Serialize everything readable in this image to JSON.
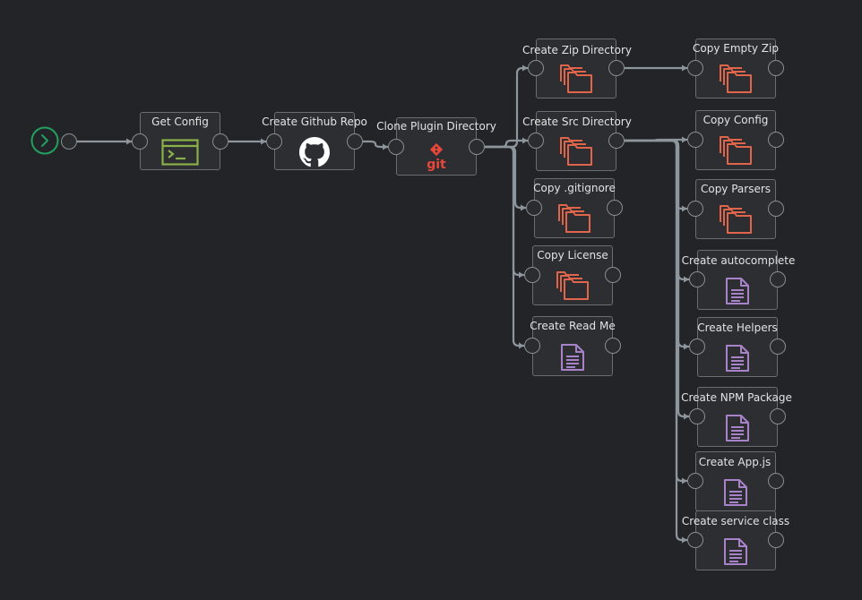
{
  "workflow": {
    "start": {
      "icon": "start-trigger-icon"
    },
    "nodes": [
      {
        "id": "get_config",
        "label": "Get Config",
        "icon": "terminal-icon"
      },
      {
        "id": "create_github_repo",
        "label": "Create Github Repo",
        "icon": "github-icon"
      },
      {
        "id": "clone_plugin_directory",
        "label": "Clone Plugin Directory",
        "icon": "git-icon"
      },
      {
        "id": "create_zip_directory",
        "label": "Create Zip Directory",
        "icon": "folders-icon"
      },
      {
        "id": "copy_empty_zip",
        "label": "Copy Empty Zip",
        "icon": "folders-icon"
      },
      {
        "id": "create_src_directory",
        "label": "Create Src Directory",
        "icon": "folders-icon"
      },
      {
        "id": "copy_gitignore",
        "label": "Copy .gitignore",
        "icon": "folders-icon"
      },
      {
        "id": "copy_license",
        "label": "Copy License",
        "icon": "folders-icon"
      },
      {
        "id": "create_read_me",
        "label": "Create Read Me",
        "icon": "document-icon"
      },
      {
        "id": "copy_config",
        "label": "Copy Config",
        "icon": "folders-icon"
      },
      {
        "id": "copy_parsers",
        "label": "Copy Parsers",
        "icon": "folders-icon"
      },
      {
        "id": "create_autocomplete",
        "label": "Create autocomplete",
        "icon": "document-icon"
      },
      {
        "id": "create_helpers",
        "label": "Create Helpers",
        "icon": "document-icon"
      },
      {
        "id": "create_npm_package",
        "label": "Create NPM Package",
        "icon": "document-icon"
      },
      {
        "id": "create_appjs",
        "label": "Create App.js",
        "icon": "document-icon"
      },
      {
        "id": "create_service_class",
        "label": "Create service class",
        "icon": "document-icon"
      }
    ],
    "edges": [
      [
        "start",
        "get_config"
      ],
      [
        "get_config",
        "create_github_repo"
      ],
      [
        "create_github_repo",
        "clone_plugin_directory"
      ],
      [
        "clone_plugin_directory",
        "create_zip_directory"
      ],
      [
        "clone_plugin_directory",
        "create_src_directory"
      ],
      [
        "clone_plugin_directory",
        "copy_gitignore"
      ],
      [
        "clone_plugin_directory",
        "copy_license"
      ],
      [
        "clone_plugin_directory",
        "create_read_me"
      ],
      [
        "create_zip_directory",
        "copy_empty_zip"
      ],
      [
        "create_src_directory",
        "copy_config"
      ],
      [
        "create_src_directory",
        "copy_parsers"
      ],
      [
        "create_src_directory",
        "create_autocomplete"
      ],
      [
        "create_src_directory",
        "create_helpers"
      ],
      [
        "create_src_directory",
        "create_npm_package"
      ],
      [
        "create_src_directory",
        "create_appjs"
      ],
      [
        "create_src_directory",
        "create_service_class"
      ]
    ]
  },
  "colors": {
    "background": "#222427",
    "node_fill": "#2c2e32",
    "node_border": "#6a6d72",
    "wire": "#8e969d",
    "start_ring": "#22a060",
    "terminal_icon": "#8ab04a",
    "folder_icon": "#e0654a",
    "git_icon": "#e8473a",
    "document_icon": "#a883c9",
    "text": "#e3e3e3"
  }
}
